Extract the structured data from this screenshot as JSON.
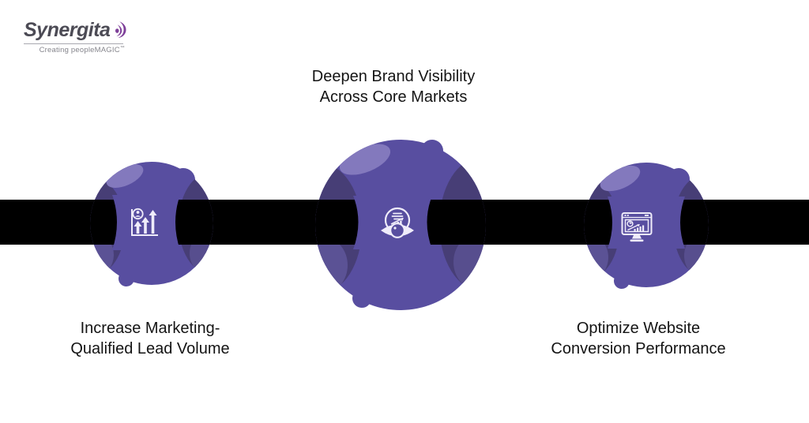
{
  "logo": {
    "name": "Synergita",
    "tagline": "Creating peopleMAGIC",
    "trademark": "™"
  },
  "labels": {
    "top": {
      "line1": "Deepen Brand Visibility",
      "line2": "Across Core Markets"
    },
    "left": {
      "line1": "Increase Marketing-",
      "line2": "Qualified Lead Volume"
    },
    "right": {
      "line1": "Optimize Website",
      "line2": "Conversion Performance"
    }
  },
  "icons": {
    "left": "growth-arrows-user-icon",
    "middle": "visibility-eye-analytics-icon",
    "right": "monitor-dashboard-icon"
  },
  "colors": {
    "background": "#ffffff",
    "band": "#000000",
    "sphere": "#584EA0",
    "sphere-dark": "#473E76",
    "sphere-mid": "#6B62AE",
    "sphere-highlight": "#8379BD",
    "icon": "#EFECFA",
    "text": "#141414",
    "logo-text": "#4C4B55",
    "logo-accent": "#7E3F99",
    "tagline-text": "#85858C"
  }
}
